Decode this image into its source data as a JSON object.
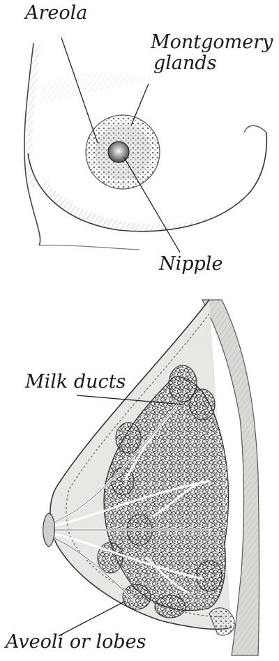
{
  "figure_top": {
    "labels": {
      "areola": "Areola",
      "montgomery": "Montgomery glands",
      "nipple": "Nipple"
    }
  },
  "figure_bottom": {
    "labels": {
      "milk_ducts": "Milk ducts",
      "alveoli": "Aveoli or lobes"
    }
  },
  "colors": {
    "ink": "#1a1a1a",
    "sketch": "#555555",
    "shade": "#c9c9c9",
    "tissue": "#e7e7e4"
  }
}
